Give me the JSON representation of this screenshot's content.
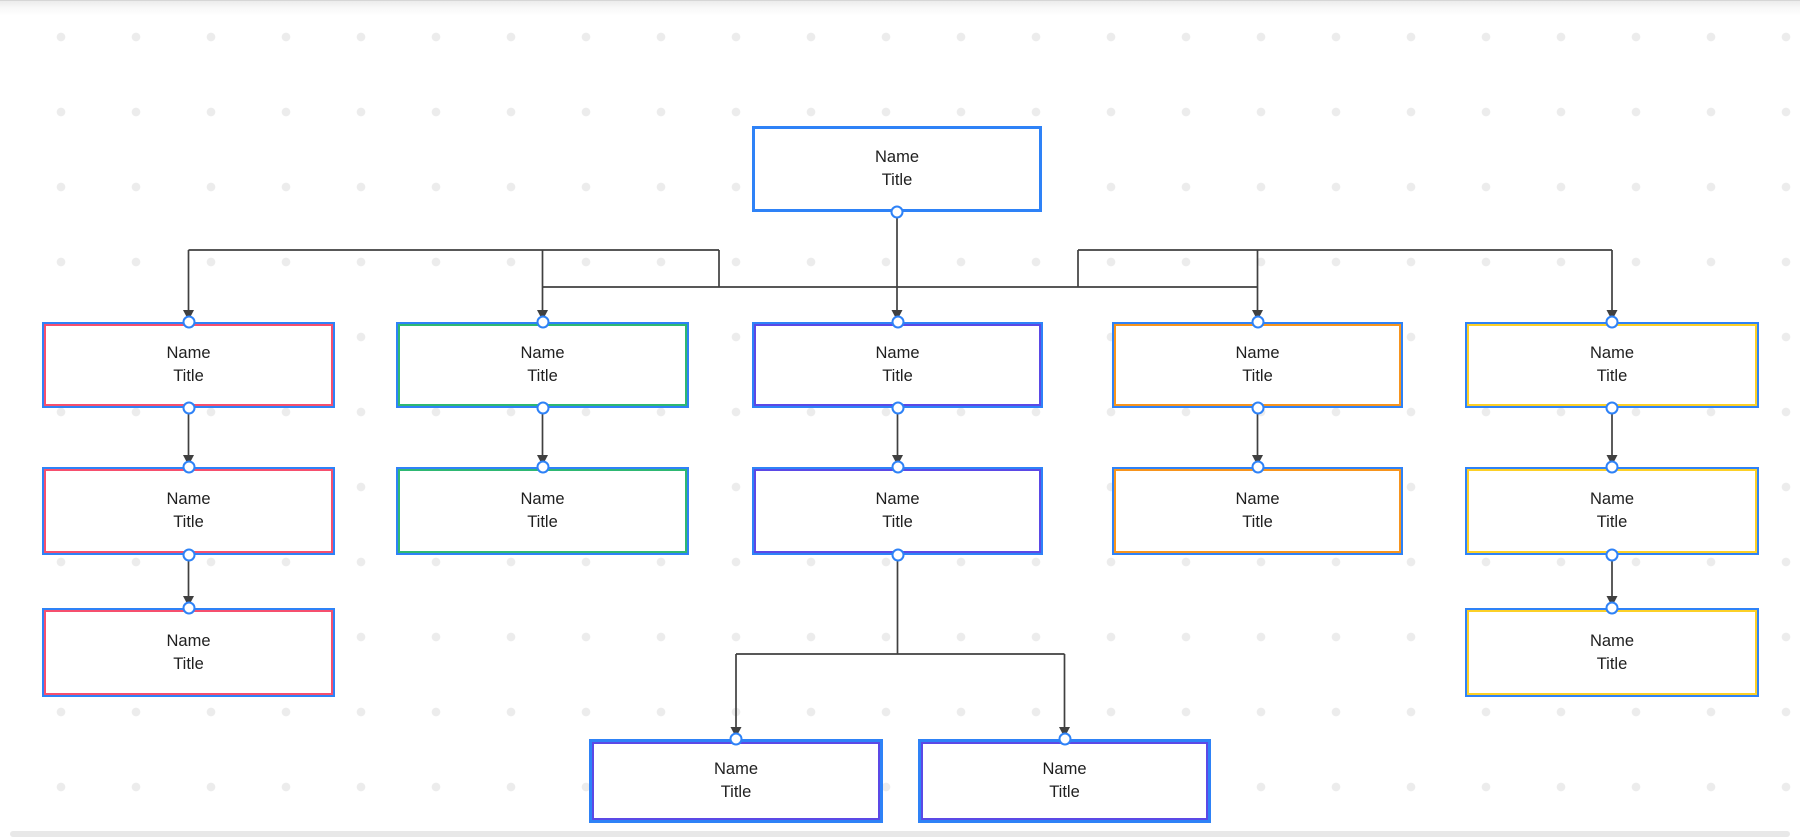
{
  "document": {
    "type": "org-chart",
    "node_label_line1": "Name",
    "node_label_line2": "Title"
  },
  "palette": {
    "selection_blue": "#2e82f7",
    "connector": "#404040",
    "connection_point_ring": "#2e82f7",
    "text": "#202020",
    "grid_dot": "#ececec",
    "branch_colors": {
      "red": "#f64f6e",
      "green": "#2eb873",
      "indigo": "#5b49e6",
      "orange": "#f7941d",
      "yellow": "#fcd027"
    }
  },
  "nodes": [
    {
      "id": "root",
      "name": "Name",
      "title": "Title",
      "branch": null
    },
    {
      "id": "b1-l2",
      "name": "Name",
      "title": "Title",
      "branch": "red"
    },
    {
      "id": "b1-l3",
      "name": "Name",
      "title": "Title",
      "branch": "red"
    },
    {
      "id": "b1-l4",
      "name": "Name",
      "title": "Title",
      "branch": "red"
    },
    {
      "id": "b2-l2",
      "name": "Name",
      "title": "Title",
      "branch": "green"
    },
    {
      "id": "b2-l3",
      "name": "Name",
      "title": "Title",
      "branch": "green"
    },
    {
      "id": "b3-l2",
      "name": "Name",
      "title": "Title",
      "branch": "indigo"
    },
    {
      "id": "b3-l3",
      "name": "Name",
      "title": "Title",
      "branch": "indigo"
    },
    {
      "id": "b3-child1",
      "name": "Name",
      "title": "Title",
      "branch": "indigo"
    },
    {
      "id": "b3-child2",
      "name": "Name",
      "title": "Title",
      "branch": "indigo"
    },
    {
      "id": "b4-l2",
      "name": "Name",
      "title": "Title",
      "branch": "orange"
    },
    {
      "id": "b4-l3",
      "name": "Name",
      "title": "Title",
      "branch": "orange"
    },
    {
      "id": "b5-l2",
      "name": "Name",
      "title": "Title",
      "branch": "yellow"
    },
    {
      "id": "b5-l3",
      "name": "Name",
      "title": "Title",
      "branch": "yellow"
    },
    {
      "id": "b5-l4",
      "name": "Name",
      "title": "Title",
      "branch": "yellow"
    }
  ],
  "edges": [
    {
      "from": "root",
      "to": "b1-l2"
    },
    {
      "from": "root",
      "to": "b2-l2"
    },
    {
      "from": "root",
      "to": "b3-l2"
    },
    {
      "from": "root",
      "to": "b4-l2"
    },
    {
      "from": "root",
      "to": "b5-l2"
    },
    {
      "from": "b1-l2",
      "to": "b1-l3"
    },
    {
      "from": "b1-l3",
      "to": "b1-l4"
    },
    {
      "from": "b2-l2",
      "to": "b2-l3"
    },
    {
      "from": "b3-l2",
      "to": "b3-l3"
    },
    {
      "from": "b3-l3",
      "to": "b3-child1"
    },
    {
      "from": "b3-l3",
      "to": "b3-child2"
    },
    {
      "from": "b4-l2",
      "to": "b4-l3"
    },
    {
      "from": "b5-l2",
      "to": "b5-l3"
    },
    {
      "from": "b5-l3",
      "to": "b5-l4"
    }
  ]
}
